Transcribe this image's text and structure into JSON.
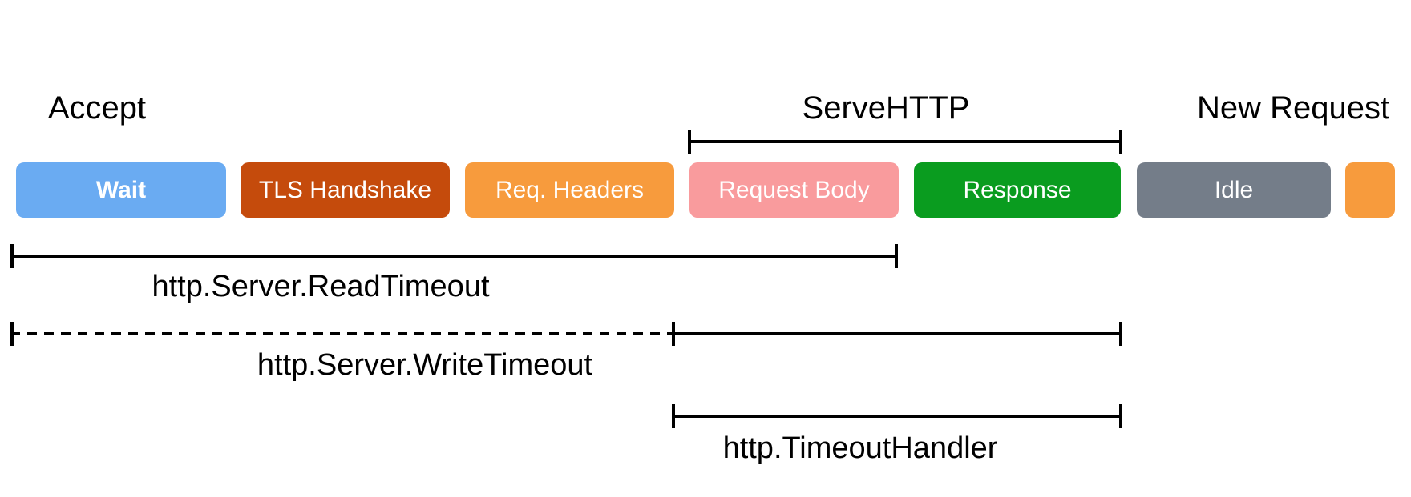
{
  "phases": {
    "accept": "Accept",
    "serve_http": "ServeHTTP",
    "new_request": "New Request"
  },
  "boxes": [
    {
      "label": "Wait",
      "color": "#6aabf2"
    },
    {
      "label": "TLS Handshake",
      "color": "#c54b0c"
    },
    {
      "label": "Req. Headers",
      "color": "#f79b3d"
    },
    {
      "label": "Request Body",
      "color": "#f99b9d"
    },
    {
      "label": "Response",
      "color": "#0a9c1f"
    },
    {
      "label": "Idle",
      "color": "#747d89"
    },
    {
      "label": "",
      "color": "#f79b3d"
    }
  ],
  "timeouts": {
    "read": "http.Server.ReadTimeout",
    "write": "http.Server.WriteTimeout",
    "handler": "http.TimeoutHandler"
  },
  "colors": {
    "background": "#ffffff",
    "line": "#000000",
    "box_text": "#ffffff",
    "label_text": "#000000"
  }
}
